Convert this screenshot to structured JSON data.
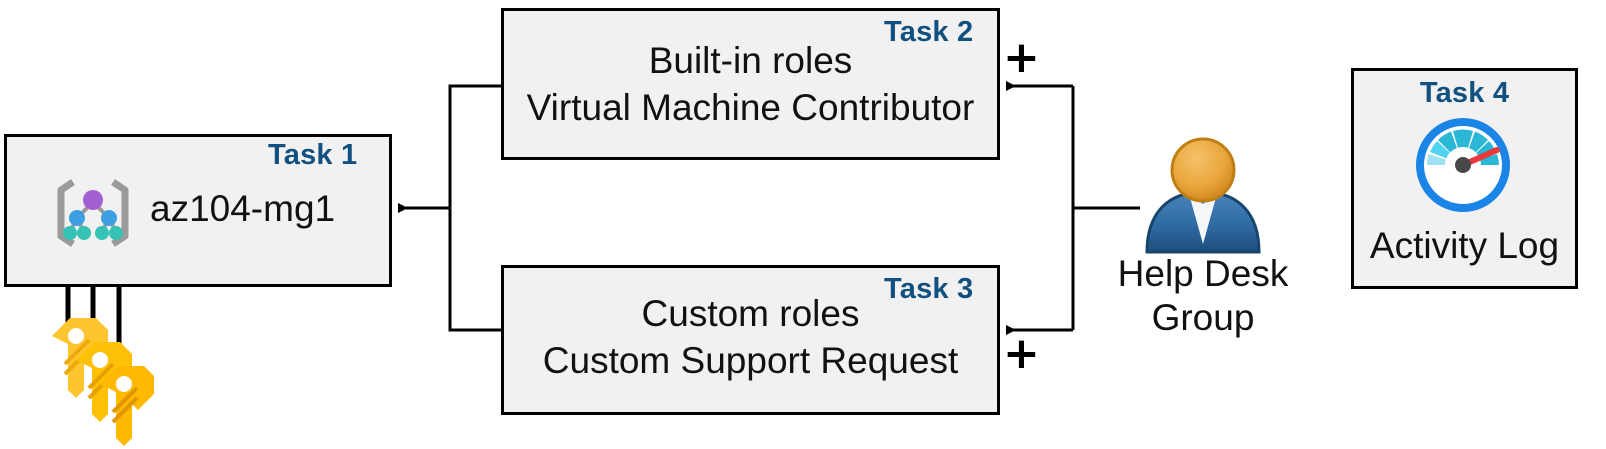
{
  "diagram": {
    "title": "Azure RBAC task diagram",
    "accent_color": "#11507f",
    "box_fill": "#f1f1f1",
    "box_border": "#000000",
    "line_color": "#000000"
  },
  "tasks": [
    {
      "id": "task1",
      "label": "Task 1",
      "line1": "az104-mg1",
      "line2": "",
      "icon": "management-group-icon"
    },
    {
      "id": "task2",
      "label": "Task 2",
      "line1": "Built-in roles",
      "line2": "Virtual Machine Contributor",
      "icon": ""
    },
    {
      "id": "task3",
      "label": "Task 3",
      "line1": "Custom roles",
      "line2": "Custom Support Request",
      "icon": ""
    },
    {
      "id": "task4",
      "label": "Task 4",
      "line1": "Activity Log",
      "line2": "",
      "icon": "activity-log-gauge-icon"
    }
  ],
  "persona": {
    "name": "help-desk-group",
    "caption_line1": "Help Desk",
    "caption_line2": "Group",
    "icon": "user-group-icon",
    "head_color": "#e8a33d",
    "body_color": "#2e6ca4"
  },
  "operators": {
    "plus_top": "+",
    "plus_bottom": "+"
  },
  "keys": {
    "name": "access-keys-icon",
    "count": 3,
    "color": "#ffc107"
  },
  "icon_colors": {
    "management_group_bracket": "#9a9a9a",
    "management_group_root": "#a35fd0",
    "management_group_mid": "#3b9fe0",
    "management_group_leaf": "#36c2b4",
    "gauge_ring": "#1b84e7",
    "gauge_needle": "#e8393c",
    "gauge_segment_dark": "#2bb8d6",
    "gauge_segment_light": "#9fe0f2"
  }
}
